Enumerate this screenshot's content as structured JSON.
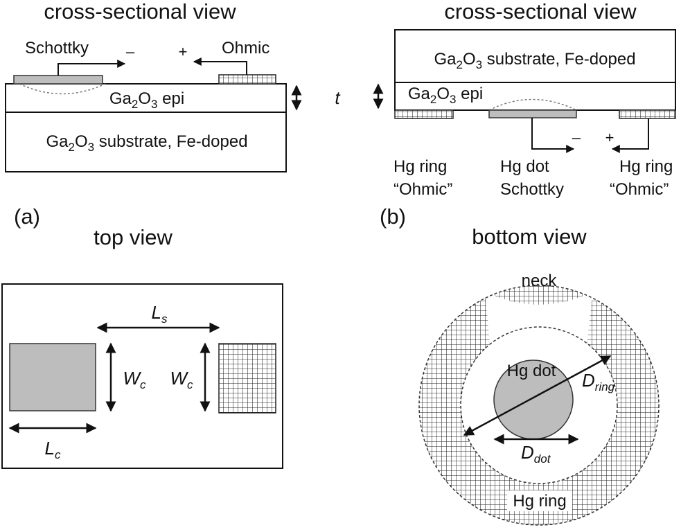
{
  "panel_a": {
    "section_title": "cross-sectional view",
    "schottky_label": "Schottky",
    "ohmic_label": "Ohmic",
    "minus": "–",
    "plus": "+",
    "epi": {
      "prefix": "Ga",
      "sub1": "2",
      "mid": "O",
      "sub2": "3",
      "suffix": " epi"
    },
    "substrate": {
      "prefix": "Ga",
      "sub1": "2",
      "mid": "O",
      "sub2": "3",
      "suffix": " substrate, Fe-doped"
    },
    "thickness_symbol": "t",
    "panel_letter": "(a)",
    "top_title": "top view",
    "ls": {
      "main": "L",
      "sub": "s"
    },
    "wc": {
      "main": "W",
      "sub": "c"
    },
    "lc": {
      "main": "L",
      "sub": "c"
    }
  },
  "panel_b": {
    "section_title": "cross-sectional view",
    "substrate": {
      "prefix": "Ga",
      "sub1": "2",
      "mid": "O",
      "sub2": "3",
      "suffix": " substrate, Fe-doped"
    },
    "epi": {
      "prefix": "Ga",
      "sub1": "2",
      "mid": "O",
      "sub2": "3",
      "suffix": " epi"
    },
    "minus": "–",
    "plus": "+",
    "hg_ring_left": [
      "Hg ring",
      "“Ohmic”"
    ],
    "hg_dot": [
      "Hg dot",
      "Schottky"
    ],
    "hg_ring_right": [
      "Hg ring",
      "“Ohmic”"
    ],
    "panel_letter": "(b)",
    "bottom_title": "bottom view",
    "neck_label": "neck",
    "hg_dot_label": "Hg dot",
    "d_ring": {
      "main": "D",
      "sub": "ring"
    },
    "d_dot": {
      "main": "D",
      "sub": "dot"
    },
    "hg_ring_label": "Hg ring"
  }
}
